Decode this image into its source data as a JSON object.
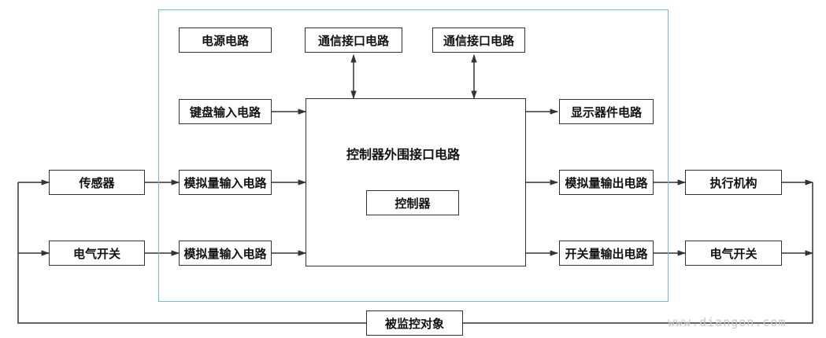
{
  "boxes": {
    "power": "电源电路",
    "comm1": "通信接口电路",
    "comm2": "通信接口电路",
    "keyboard": "键盘输入电路",
    "display": "显示器件电路",
    "analog_in_1": "模拟量输入电路",
    "analog_in_2": "模拟量输入电路",
    "analog_out": "模拟量输出电路",
    "switch_out": "开关量输出电路",
    "sensor": "传感器",
    "switch_in": "电气开关",
    "actuator": "执行机构",
    "switch_out_device": "电气开关",
    "controller": "控制器",
    "monitored_object": "被监控对象"
  },
  "peripheral_label": "控制器外围接口电路",
  "watermark": "www.diangon.com",
  "colors": {
    "frame": "#6cc0d0",
    "line": "#333333"
  }
}
